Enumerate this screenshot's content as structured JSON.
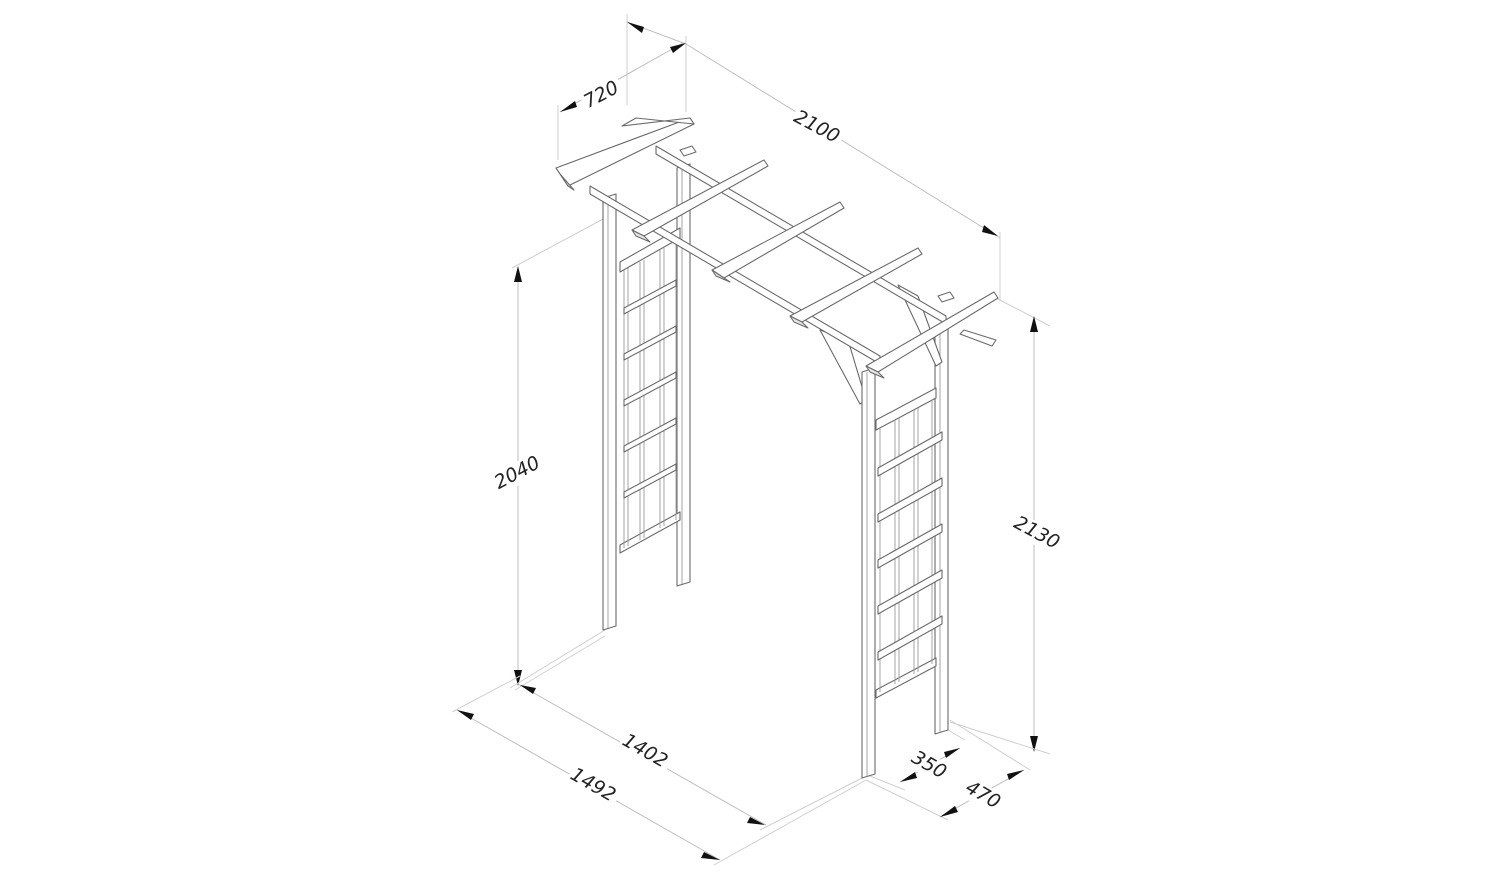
{
  "diagram": {
    "subject": "Garden arch (pergola-style) isometric technical drawing",
    "units": "mm",
    "line_color": "#6a6a6a",
    "dimension_line_color": "#bdbdbd",
    "arrow_color": "#111111",
    "background": "#ffffff"
  },
  "dimensions": {
    "top_depth": {
      "label": "720",
      "meaning": "overall depth of top cross beams"
    },
    "top_length": {
      "label": "2100",
      "meaning": "overall length of roof rails"
    },
    "inner_height": {
      "label": "2040",
      "meaning": "height of left side to underside"
    },
    "overall_height": {
      "label": "2130",
      "meaning": "overall height including top"
    },
    "inner_width": {
      "label": "1402",
      "meaning": "internal walk-through width"
    },
    "outer_width": {
      "label": "1492",
      "meaning": "overall width at base"
    },
    "inner_depth": {
      "label": "350",
      "meaning": "side panel post depth"
    },
    "outer_depth": {
      "label": "470",
      "meaning": "overall base depth"
    }
  },
  "components": {
    "cross_beams": 5,
    "roof_rails": 2,
    "side_panels": 2,
    "trellis_rows": 6,
    "trellis_columns": 3,
    "corner_braces": 2
  }
}
